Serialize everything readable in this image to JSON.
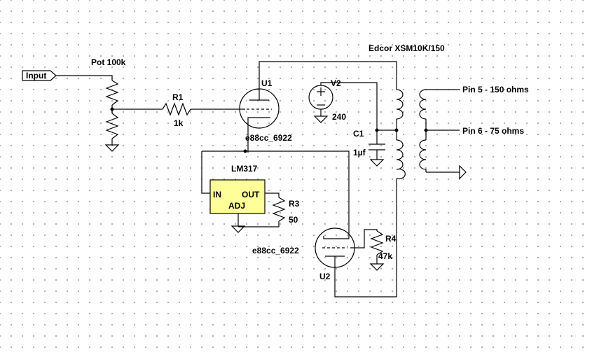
{
  "labels": {
    "input": "Input",
    "pot": "Pot 100k",
    "r1_name": "R1",
    "r1_value": "1k",
    "u1_name": "U1",
    "u1_model": "e88cc_6922",
    "v2_name": "V2",
    "v2_value": "240",
    "c1_name": "C1",
    "c1_value": "1µf",
    "transformer": "Edcor XSM10K/150",
    "pin5": "Pin 5 - 150 ohms",
    "pin6": "Pin 6 - 75 ohms",
    "lm317": "LM317",
    "reg_in": "IN",
    "reg_out": "OUT",
    "reg_adj": "ADJ",
    "r3_name": "R3",
    "r3_value": "50",
    "u2_model": "e88cc_6922",
    "u2_name": "U2",
    "r4_name": "R4",
    "r4_value": "47k"
  },
  "colors": {
    "regulator_fill": "#ffff99",
    "wire": "#000000"
  }
}
